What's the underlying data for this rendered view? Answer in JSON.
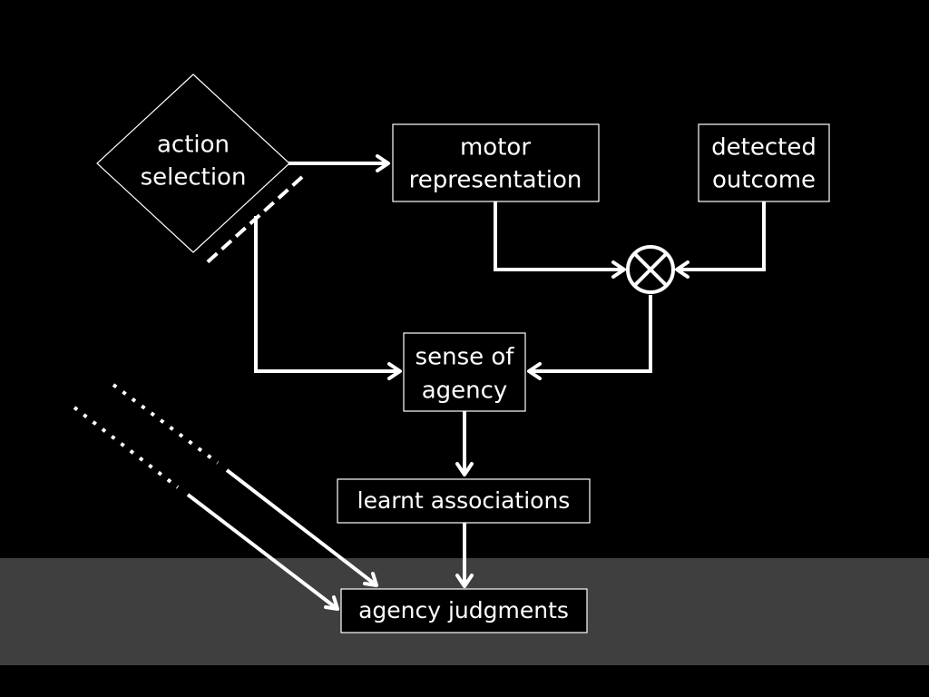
{
  "diagram": {
    "nodes": {
      "action_selection": {
        "lines": [
          "action",
          "selection"
        ]
      },
      "motor_representation": {
        "lines": [
          "motor",
          "representation"
        ]
      },
      "detected_outcome": {
        "lines": [
          "detected",
          "outcome"
        ]
      },
      "sense_of_agency": {
        "lines": [
          "sense of",
          "agency"
        ]
      },
      "learnt_associations": {
        "label": "learnt associations"
      },
      "agency_judgments": {
        "label": "agency judgments"
      }
    },
    "colors": {
      "background": "#000000",
      "band": "#3f3f3f",
      "stroke": "#ffffff",
      "text": "#ffffff"
    }
  }
}
